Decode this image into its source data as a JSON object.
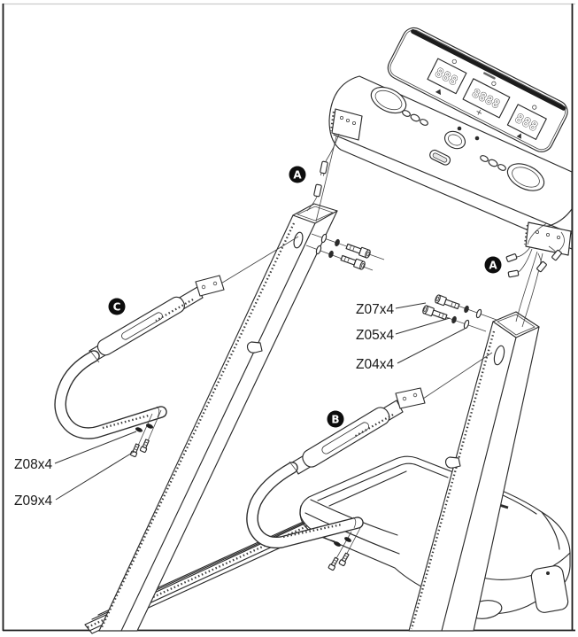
{
  "diagram": {
    "type": "treadmill-console-handlebar-assembly-exploded-view"
  },
  "callouts": [
    {
      "letter": "A"
    },
    {
      "letter": "A"
    },
    {
      "letter": "B"
    },
    {
      "letter": "C"
    }
  ],
  "labels": [
    {
      "text": "Z07x4"
    },
    {
      "text": "Z05x4"
    },
    {
      "text": "Z04x4"
    },
    {
      "text": "Z08x4"
    },
    {
      "text": "Z09x4"
    }
  ],
  "console": {
    "displays": [
      {
        "name": "display-left",
        "value": "888"
      },
      {
        "name": "display-center",
        "value": "8888"
      },
      {
        "name": "display-right",
        "value": "888"
      }
    ]
  },
  "colors": {
    "line": "#2b2b2b",
    "callout_bg": "#0d0d0d",
    "callout_text": "#ffffff",
    "background": "#ffffff",
    "border": "#1a1a1a"
  }
}
